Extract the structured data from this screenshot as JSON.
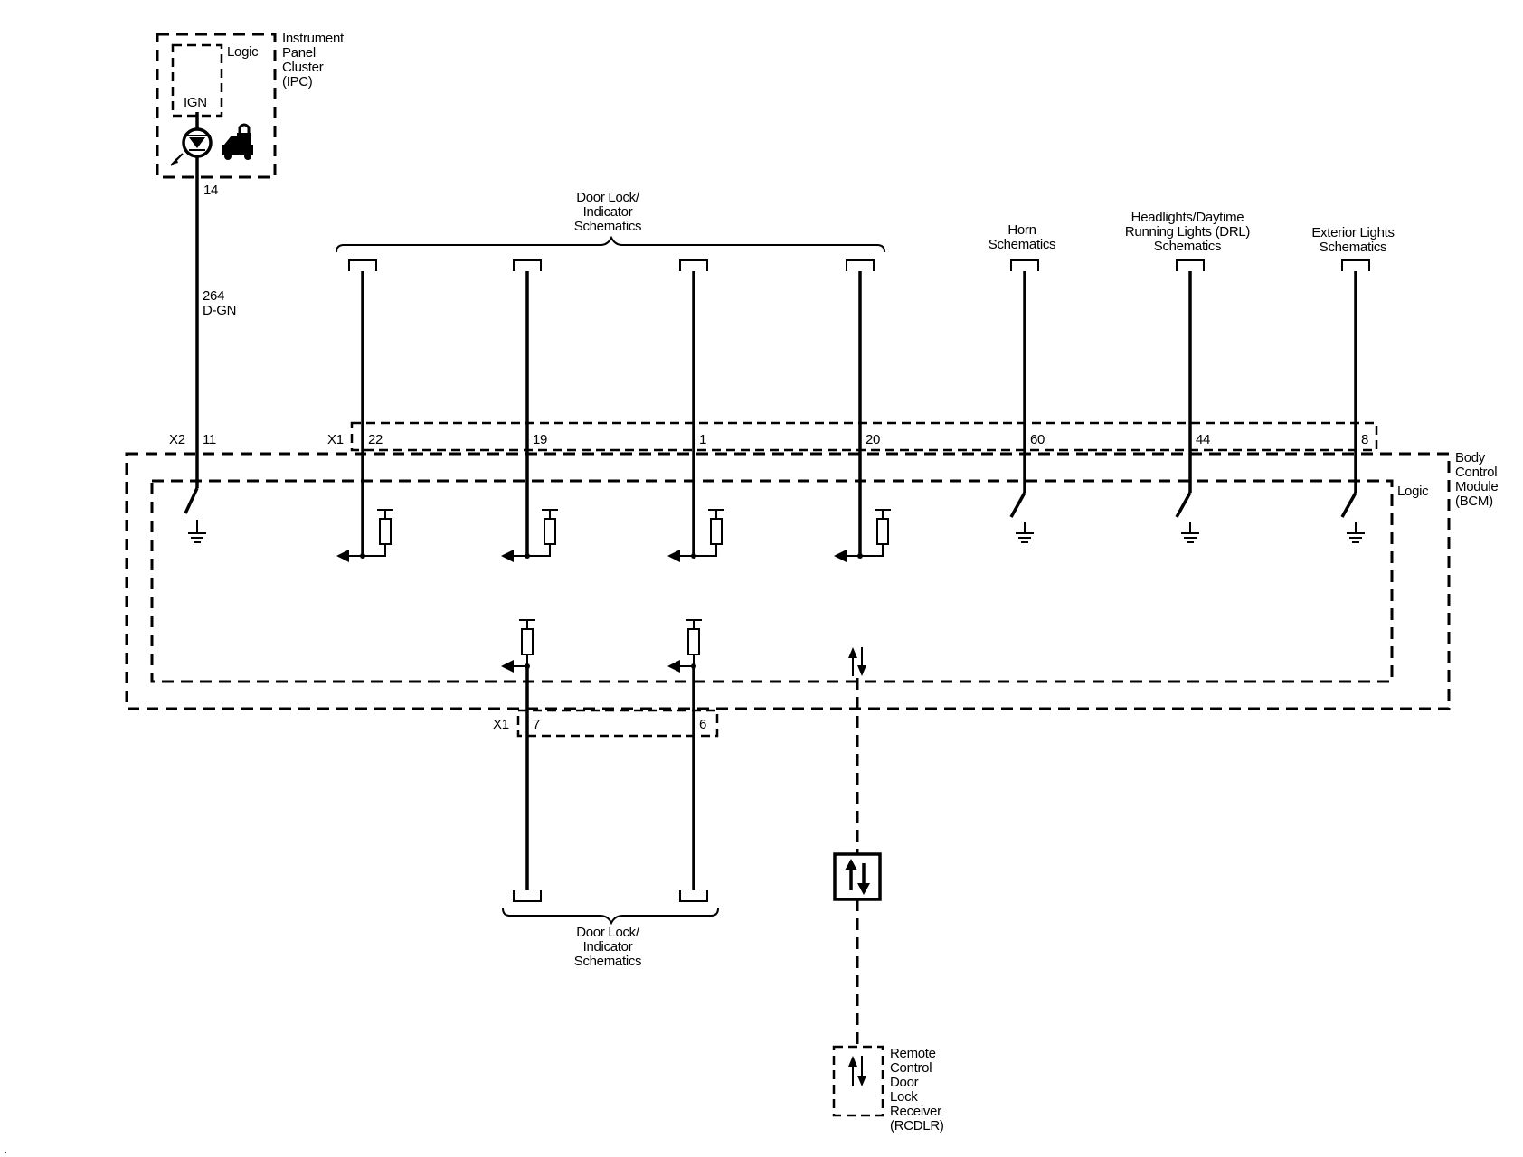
{
  "ipc": {
    "logic_label": "Logic",
    "ign_label": "IGN",
    "name_lines": [
      "Instrument",
      "Panel",
      "Cluster",
      "(IPC)"
    ],
    "pin": "14",
    "indicator_icon": "door-lock-indicator-icon"
  },
  "wire_264": {
    "circuit": "264",
    "color": "D-GN"
  },
  "bcm": {
    "name_lines": [
      "Body",
      "Control",
      "Module",
      "(BCM)"
    ],
    "logic_label": "Logic",
    "connector_x2": "X2",
    "pin_x2_11": "11",
    "connector_x1_top": "X1",
    "top_pins": [
      "22",
      "19",
      "1",
      "20",
      "60",
      "44",
      "8"
    ],
    "connector_x1_bottom": "X1",
    "bottom_pins": [
      "7",
      "6"
    ]
  },
  "refs": {
    "door_lock_top": [
      "Door Lock/",
      "Indicator",
      "Schematics"
    ],
    "horn": [
      "Horn",
      "Schematics"
    ],
    "headlights": [
      "Headlights/Daytime",
      "Running Lights (DRL)",
      "Schematics"
    ],
    "exterior": [
      "Exterior Lights",
      "Schematics"
    ],
    "door_lock_bottom": [
      "Door Lock/",
      "Indicator",
      "Schematics"
    ]
  },
  "rcdlr": {
    "name_lines": [
      "Remote",
      "Control",
      "Door",
      "Lock",
      "Receiver",
      "(RCDLR)"
    ]
  },
  "footnote": "."
}
